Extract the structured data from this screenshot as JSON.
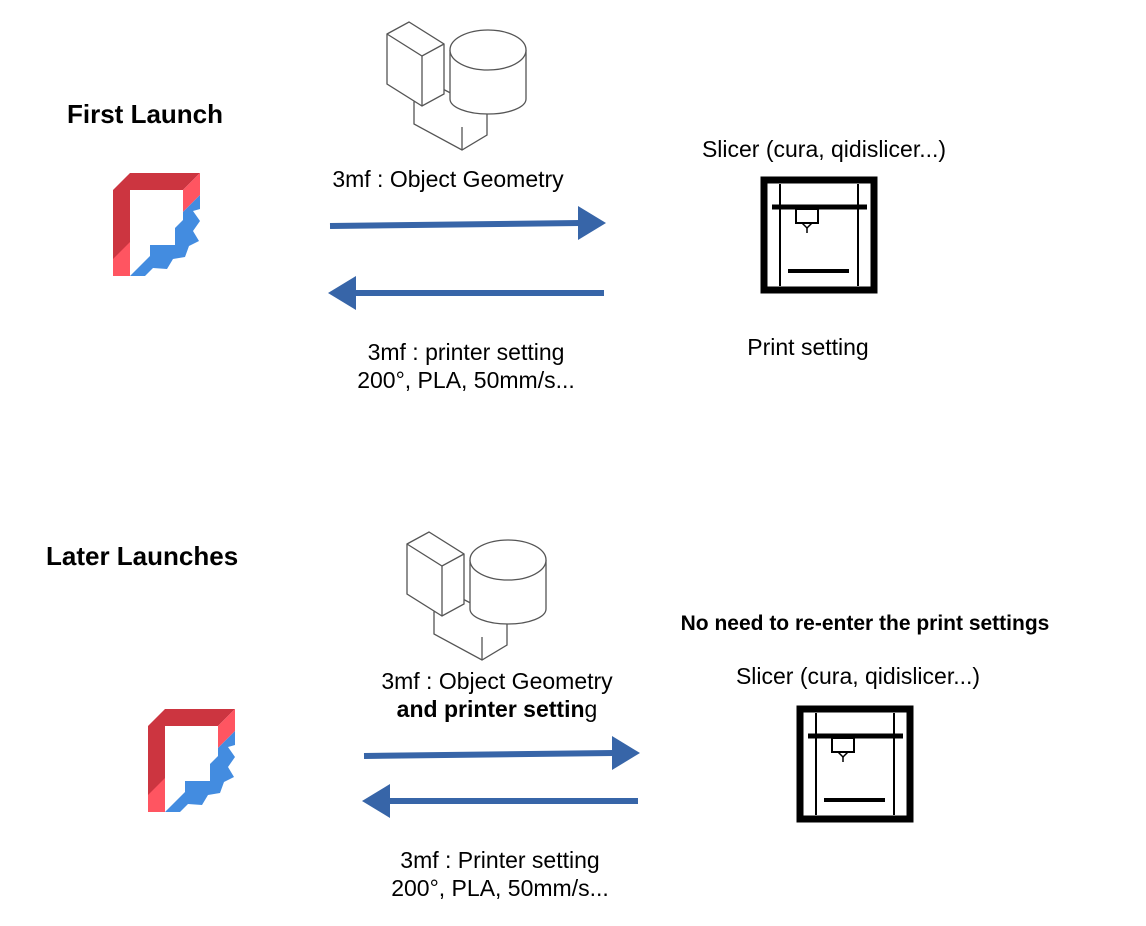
{
  "colors": {
    "arrow": "#3765A8",
    "logo_red_dark": "#CC3540",
    "logo_red_light": "#FF5561",
    "logo_blue": "#438CE0",
    "text": "#000000",
    "background": "#FFFFFF"
  },
  "first_launch": {
    "heading": "First Launch",
    "logo_icon": "freecad-logo-icon",
    "geometry_icon": "3d-objects-icon",
    "forward_label": "3mf : Object Geometry",
    "slicer_label": "Slicer (cura, qidislicer...)",
    "printer_icon": "3d-printer-icon",
    "slicer_caption": "Print setting",
    "return_label_line1": "3mf : printer setting",
    "return_label_line2": "200°, PLA, 50mm/s..."
  },
  "later_launches": {
    "heading": "Later Launches",
    "logo_icon": "freecad-logo-icon",
    "geometry_icon": "3d-objects-icon",
    "forward_label_line1": "3mf : Object Geometry",
    "forward_label_line2_bold": "and printer settin",
    "forward_label_line2_rest": "g",
    "note": "No need to re-enter the print settings",
    "slicer_label": "Slicer (cura, qidislicer...)",
    "printer_icon": "3d-printer-icon",
    "return_label_line1": "3mf : Printer setting",
    "return_label_line2": "200°, PLA, 50mm/s..."
  }
}
